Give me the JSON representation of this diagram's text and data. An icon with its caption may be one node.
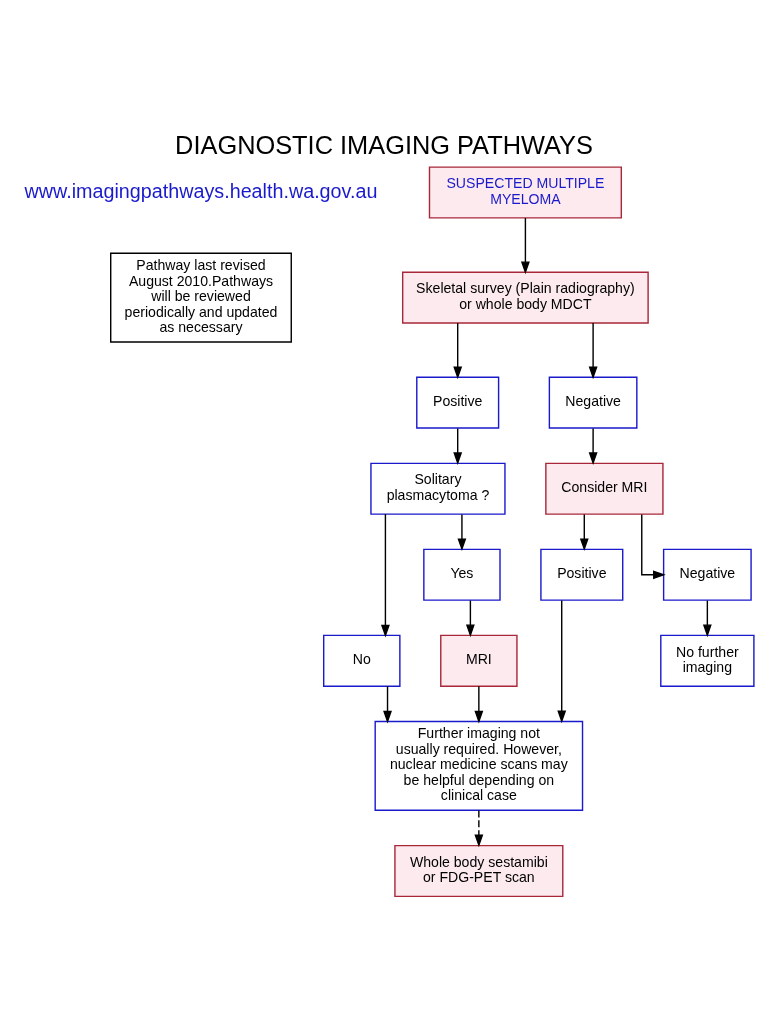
{
  "diagram": {
    "title": "DIAGNOSTIC IMAGING PATHWAYS",
    "nodes": [
      {
        "text": [
          "Pathway last revised August 2010.Pathways will be reviewed periodically and updated as necessary"
        ]
      },
      {
        "text": [
          "SUSPECTED MULTIPLE MYELOMA"
        ]
      },
      {
        "text": [
          "Skeletal survey (Plain radiography) or whole body MDCT"
        ]
      },
      {
        "text": [
          "Positive"
        ]
      },
      {
        "text": [
          "Negative"
        ]
      },
      {
        "text": [
          "Solitary plasmacytoma ?"
        ]
      },
      {
        "text": [
          "Consider MRI"
        ]
      },
      {
        "text": [
          "No"
        ]
      },
      {
        "text": [
          "Yes"
        ]
      },
      {
        "text": [
          "Positive"
        ]
      },
      {
        "text": [
          "Negative"
        ]
      },
      {
        "text": [
          "MRI"
        ]
      },
      {
        "text": [
          "No further imaging"
        ]
      },
      {
        "text": [
          "Further imaging not usually required. However, nuclear medicine scans may be helpful depending on clinical case"
        ]
      },
      {
        "text": [
          "Whole body sestamibi or FDG-PET scan"
        ]
      }
    ],
    "edges": [
      {
        "from": 1,
        "to": 2,
        "arrow": "to"
      },
      {
        "from": 2,
        "to": 3,
        "arrow": "to"
      },
      {
        "from": 2,
        "to": 4,
        "arrow": "to"
      },
      {
        "from": 3,
        "to": 5,
        "arrow": "to"
      },
      {
        "from": 4,
        "to": 6,
        "arrow": "to"
      },
      {
        "from": 5,
        "to": 7,
        "arrow": "to"
      },
      {
        "from": 5,
        "to": 8,
        "arrow": "to"
      },
      {
        "from": 6,
        "to": 9,
        "arrow": "to"
      },
      {
        "from": 6,
        "to": 10,
        "arrow": "to"
      },
      {
        "from": 8,
        "to": 11,
        "arrow": "to"
      },
      {
        "from": 10,
        "to": 12,
        "arrow": "to"
      },
      {
        "from": 7,
        "to": 13,
        "arrow": "to"
      },
      {
        "from": 11,
        "to": 13,
        "arrow": "to"
      },
      {
        "from": 9,
        "to": 13,
        "arrow": "to"
      },
      {
        "from": 13,
        "to": 14,
        "arrow": "to",
        "style": "dashed"
      }
    ],
    "labels": [
      "www.imagingpathways.health.wa.gov.au"
    ]
  }
}
